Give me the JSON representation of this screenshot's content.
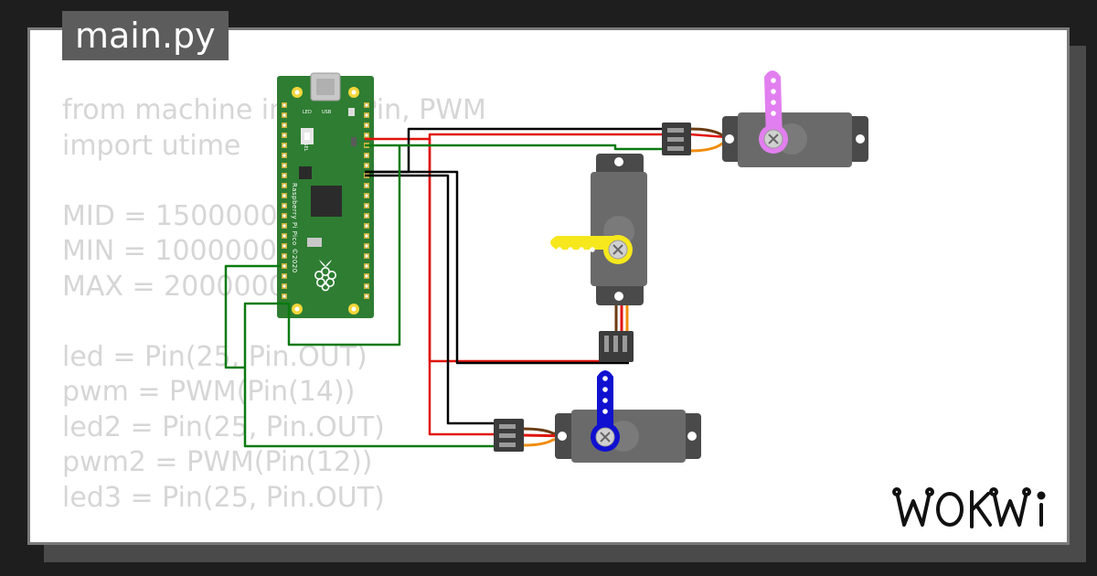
{
  "file_tab": {
    "label": "main.py"
  },
  "code_lines": [
    "from machine import Pin, PWM",
    "import utime",
    "",
    "MID = 1500000",
    "MIN = 1000000",
    "MAX = 2000000",
    "",
    "led = Pin(25, Pin.OUT)",
    "pwm = PWM(Pin(14))",
    "led2 = Pin(25, Pin.OUT)",
    "pwm2 = PWM(Pin(12))",
    "led3 = Pin(25, Pin.OUT)"
  ],
  "board": {
    "name": "Raspberry Pi Pico ©2020",
    "led_label": "LED",
    "usb_label": "USB",
    "bootsel_label": "BOOTSEL",
    "color": "#2e7d32"
  },
  "servos": [
    {
      "name": "servo-top",
      "horn_color": "#e27ff0"
    },
    {
      "name": "servo-middle",
      "horn_color": "#f6e81d"
    },
    {
      "name": "servo-bottom",
      "horn_color": "#1010d0"
    }
  ],
  "wire_colors": {
    "power": "#e0140c",
    "ground": "#000000",
    "signal": "#0a7a10"
  },
  "brand": {
    "logo_text": "WOKWi"
  }
}
